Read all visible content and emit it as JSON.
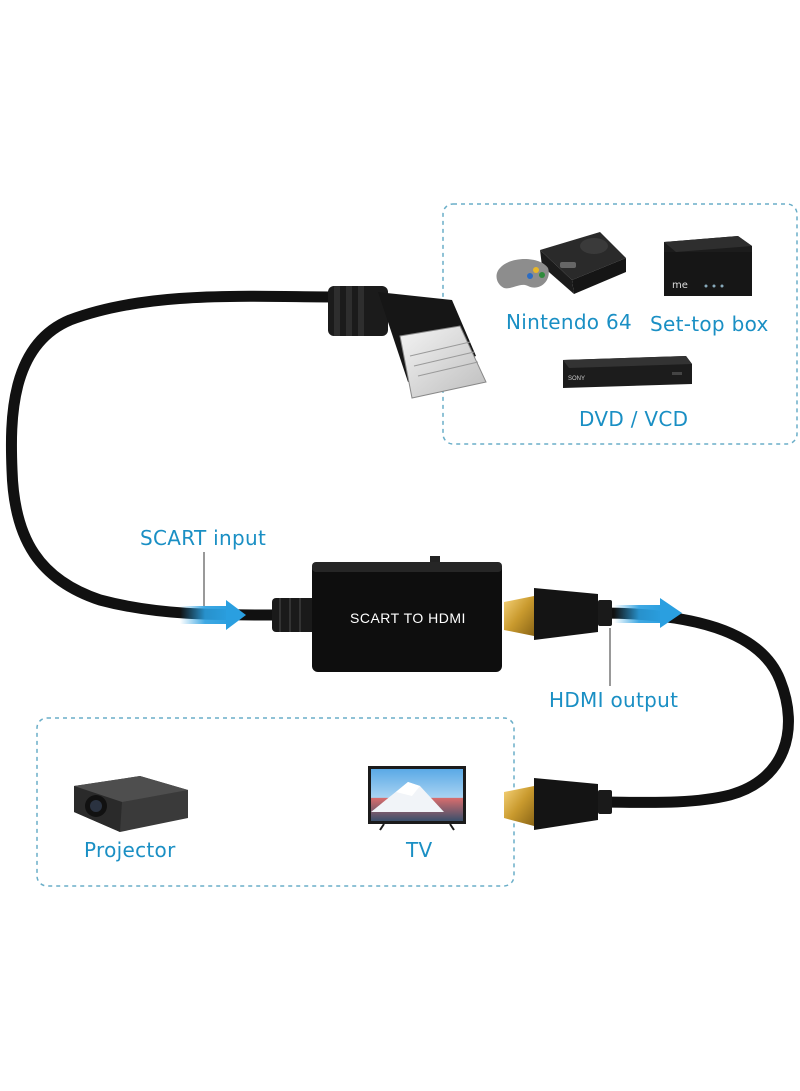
{
  "labels": {
    "nintendo": "Nintendo 64",
    "settop": "Set-top box",
    "dvd": "DVD / VCD",
    "scart_input": "SCART input",
    "hdmi_output": "HDMI output",
    "adapter": "SCART TO HDMI",
    "projector": "Projector",
    "tv": "TV"
  },
  "device_text": {
    "settop_logo": "me",
    "dvd_brand": "SONY"
  },
  "colors": {
    "accent": "#1a8fc4",
    "box_border": "#6aaec8",
    "cable": "#111111",
    "glow": "#2a9fe0"
  }
}
